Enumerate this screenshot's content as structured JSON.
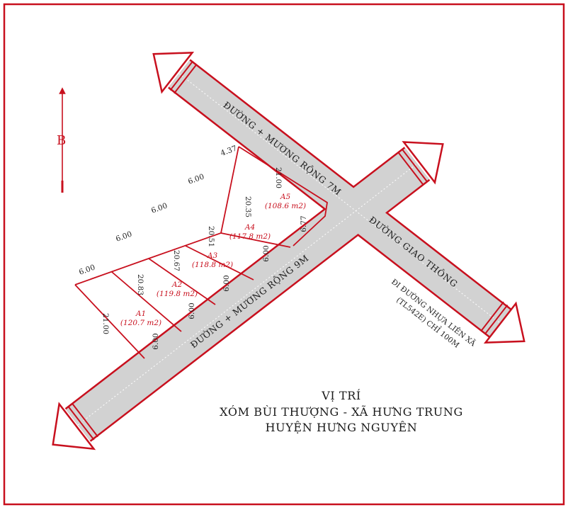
{
  "north_label": "B",
  "roads": {
    "road_7m": "ĐƯỜNG + MƯƠNG RỘNG 7M",
    "road_9m": "ĐƯỜNG + MƯƠNG RỘNG 9M",
    "traffic_road": "ĐƯỜNG GIAO THÔNG",
    "note_line1": "ĐI ĐƯỜNG NHỰA LIÊN XÃ",
    "note_line2": "(TL542E) CHỈ 100M"
  },
  "lots": [
    {
      "name": "A1",
      "area": "(120.7 m2)",
      "depth": "20.83"
    },
    {
      "name": "A2",
      "area": "(119.8 m2)",
      "depth": "20.67"
    },
    {
      "name": "A3",
      "area": "(118.8 m2)",
      "depth": "20.51"
    },
    {
      "name": "A4",
      "area": "(117.8 m2)",
      "depth": "20.35"
    },
    {
      "name": "A5",
      "area": "(108.6 m2)",
      "depth": "21.00"
    }
  ],
  "dimensions": {
    "left_side": "21.00",
    "top_edges": [
      "6.00",
      "6.00",
      "6.00",
      "6.00",
      "4.37"
    ],
    "front_edges": [
      "6.00",
      "6.00",
      "6.00",
      "6.00"
    ],
    "right_side": "6.77"
  },
  "title": {
    "line1": "VỊ TRÍ",
    "line2": "XÓM BÙI THƯỢNG - XÃ HƯNG TRUNG",
    "line3": "HUYỆN HƯNG NGUYÊN"
  },
  "colors": {
    "frame": "#c8101e",
    "road_fill": "#d2d2d2",
    "ink": "#1a1a1a"
  }
}
